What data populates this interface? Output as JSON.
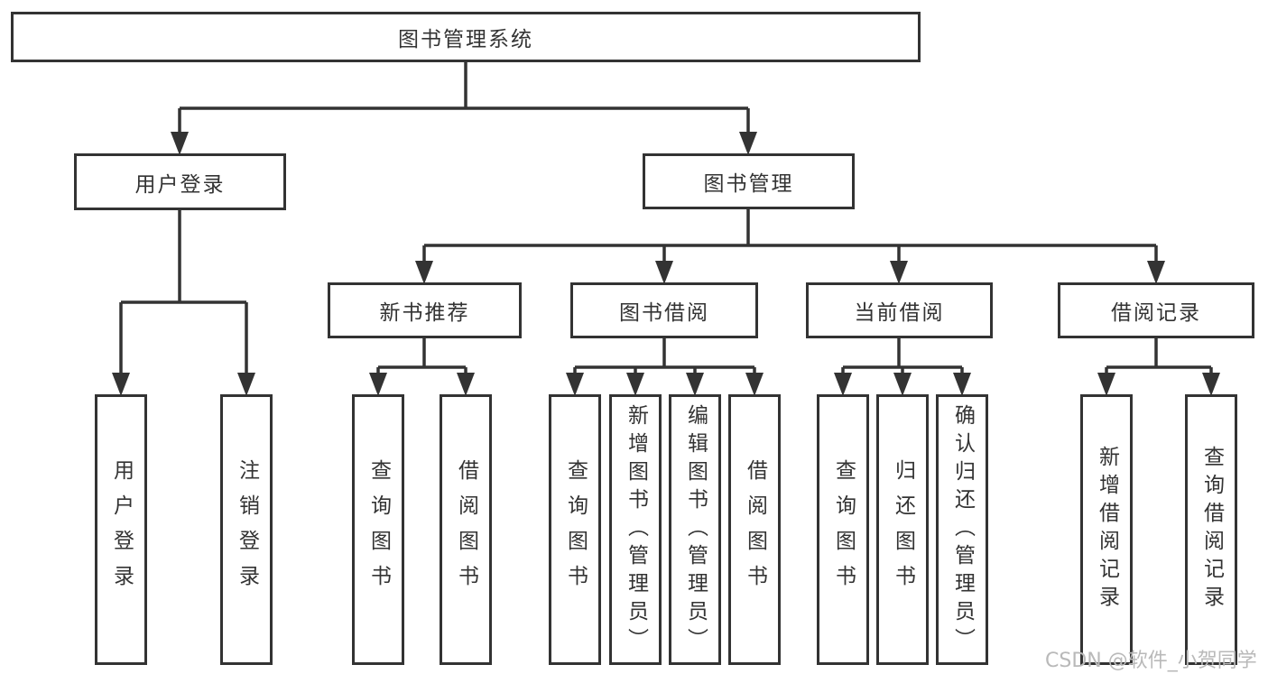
{
  "diagram": {
    "root": {
      "label": "图书管理系统"
    },
    "branches": [
      {
        "label": "用户登录",
        "children": [
          {
            "label": "用户登录"
          },
          {
            "label": "注销登录"
          }
        ]
      },
      {
        "label": "图书管理",
        "children": [
          {
            "label": "新书推荐",
            "children": [
              {
                "label": "查询图书"
              },
              {
                "label": "借阅图书"
              }
            ]
          },
          {
            "label": "图书借阅",
            "children": [
              {
                "label": "查询图书"
              },
              {
                "label": "新增图书（管理员）"
              },
              {
                "label": "编辑图书（管理员）"
              },
              {
                "label": "借阅图书"
              }
            ]
          },
          {
            "label": "当前借阅",
            "children": [
              {
                "label": "查询图书"
              },
              {
                "label": "归还图书"
              },
              {
                "label": "确认归还（管理员）"
              }
            ]
          },
          {
            "label": "借阅记录",
            "children": [
              {
                "label": "新增借阅记录"
              },
              {
                "label": "查询借阅记录"
              }
            ]
          }
        ]
      }
    ],
    "watermark": "CSDN @软件_小贺同学",
    "colors": {
      "line": "#333333",
      "box_border": "#333333",
      "text": "#333333",
      "watermark": "#b9b9b9",
      "background": "#ffffff"
    }
  }
}
